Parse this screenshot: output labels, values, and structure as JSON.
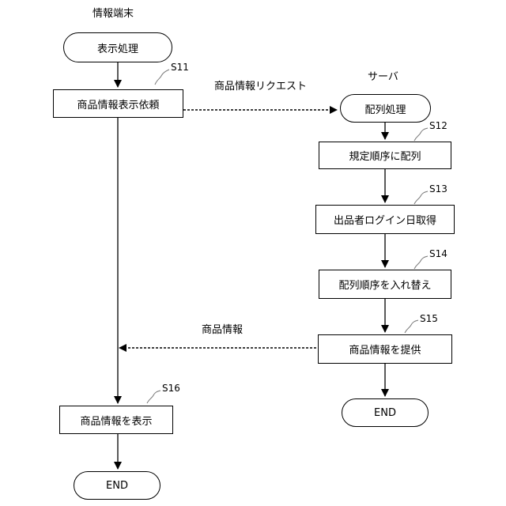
{
  "lanes": {
    "client": "情報端末",
    "server": "サーバ"
  },
  "client_flow": {
    "start": "表示処理",
    "request": "商品情報表示依頼",
    "display": "商品情報を表示",
    "end": "END"
  },
  "server_flow": {
    "start": "配列処理",
    "s12": "規定順序に配列",
    "s13": "出品者ログイン日取得",
    "s14": "配列順序を入れ替え",
    "s15": "商品情報を提供",
    "end": "END"
  },
  "steps": {
    "s11": "S11",
    "s12": "S12",
    "s13": "S13",
    "s14": "S14",
    "s15": "S15",
    "s16": "S16"
  },
  "messages": {
    "request": "商品情報リクエスト",
    "response": "商品情報"
  }
}
